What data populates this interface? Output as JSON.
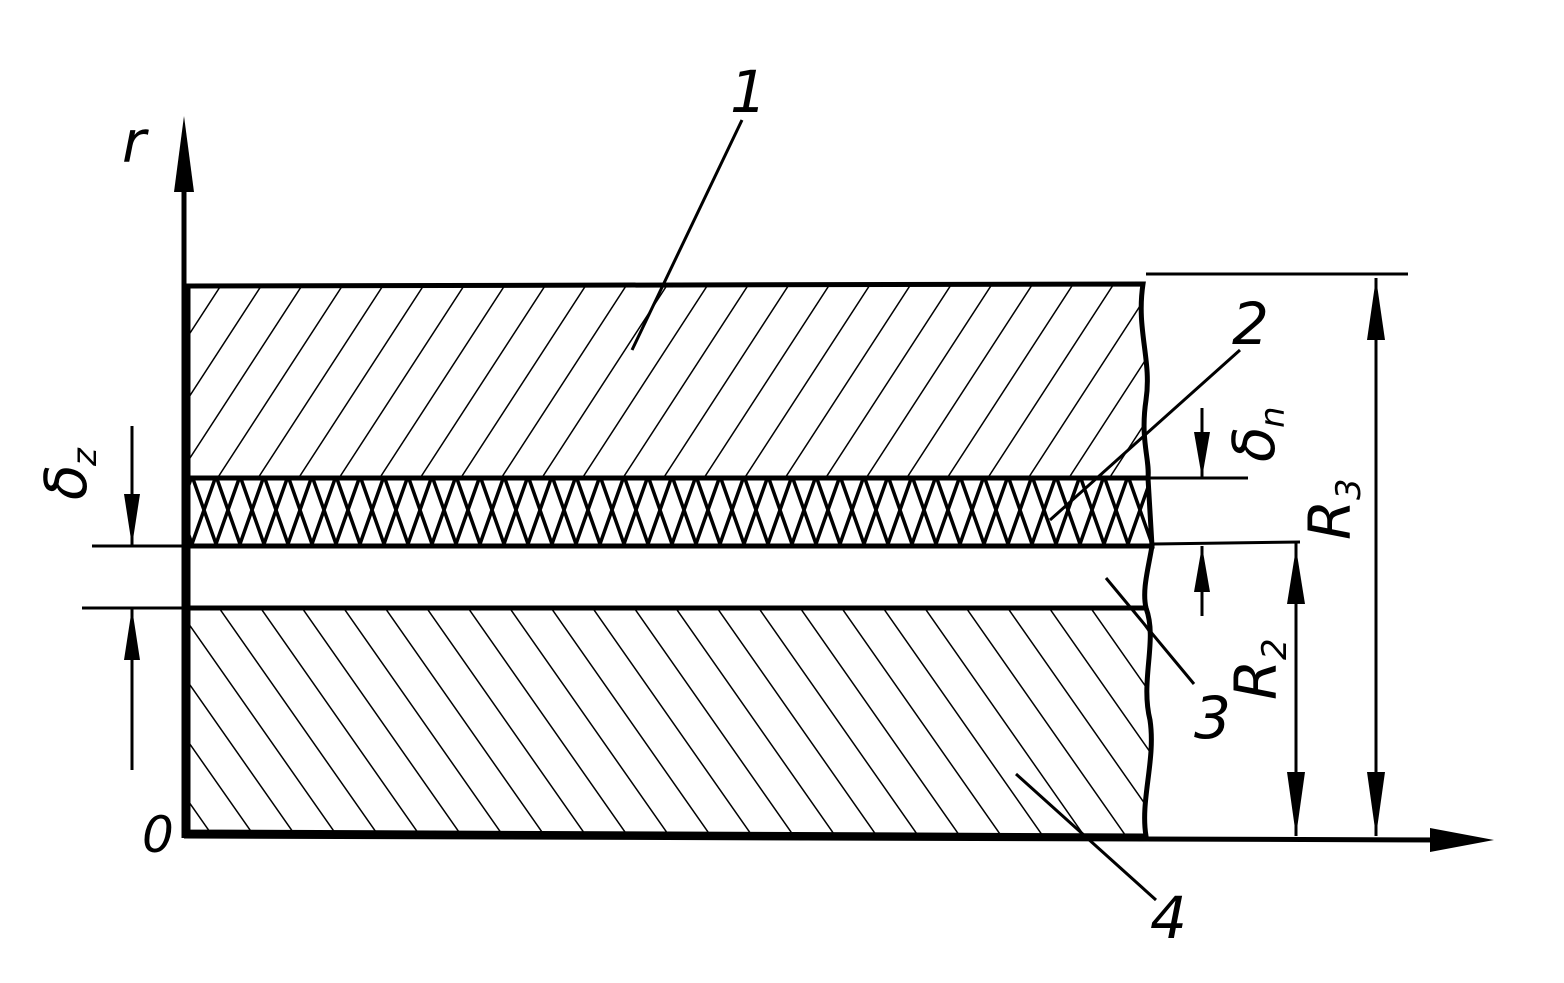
{
  "axes": {
    "vertical_label": "r",
    "origin_label": "0"
  },
  "callouts": {
    "layer_1": "1",
    "layer_2": "2",
    "layer_3": "3",
    "layer_4": "4"
  },
  "dimensions": {
    "delta_z": {
      "symbol": "δ",
      "subscript": "z"
    },
    "delta_n": {
      "symbol": "δ",
      "subscript": "n"
    },
    "r2": {
      "symbol": "R",
      "subscript": "2"
    },
    "r3": {
      "symbol": "R",
      "subscript": "3"
    }
  },
  "colors": {
    "ink": "#000000",
    "paper": "#ffffff"
  }
}
